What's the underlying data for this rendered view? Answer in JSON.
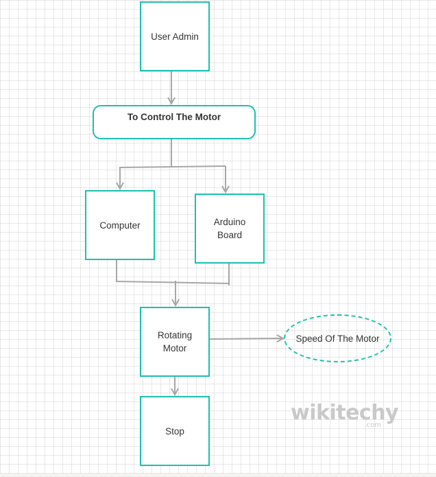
{
  "diagram": {
    "nodes": {
      "user_admin": "User Admin",
      "to_control": "To Control The Motor",
      "computer": "Computer",
      "arduino": "Arduino\nBoard",
      "rotating_motor": "Rotating\nMotor",
      "speed": "Speed Of The Motor",
      "stop": "Stop"
    },
    "edges": [
      {
        "from": "User Admin",
        "to": "To Control The Motor"
      },
      {
        "from": "To Control The Motor",
        "to": "Computer"
      },
      {
        "from": "To Control The Motor",
        "to": "Arduino Board"
      },
      {
        "from": "Computer",
        "to": "Rotating Motor"
      },
      {
        "from": "Arduino Board",
        "to": "Rotating Motor"
      },
      {
        "from": "Rotating Motor",
        "to": "Speed Of The Motor"
      },
      {
        "from": "Rotating Motor",
        "to": "Stop"
      }
    ]
  },
  "watermark": {
    "brand": "wikitechy",
    "domain": ".com"
  },
  "colors": {
    "node_border": "#1bbfae",
    "connector": "#a6a6a6",
    "text": "#333333",
    "watermark": "#c9c9c9"
  }
}
